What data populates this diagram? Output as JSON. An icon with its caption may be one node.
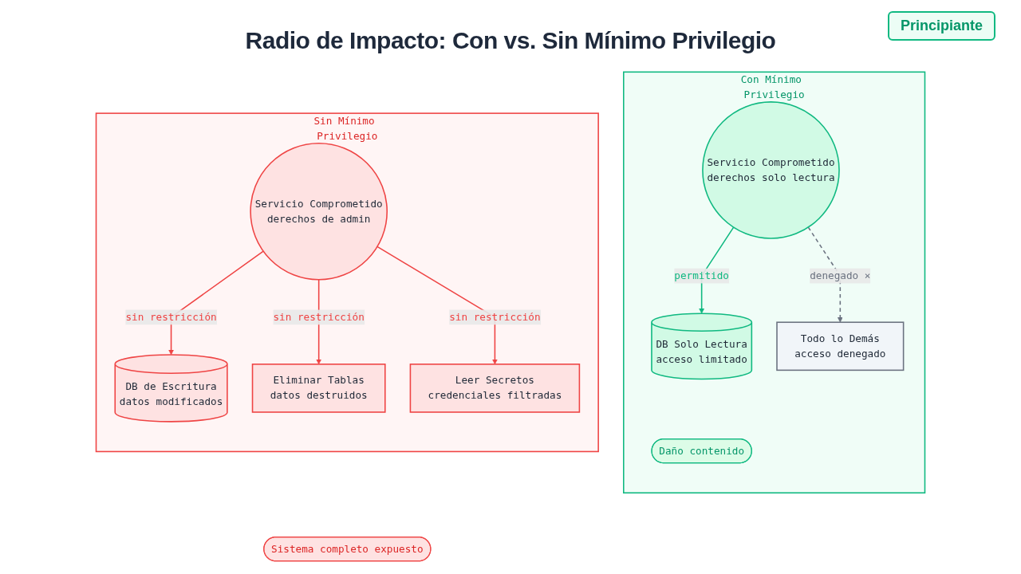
{
  "diagram": {
    "title": "Radio de Impacto: Con vs. Sin Mínimo Privilegio",
    "nodes": [
      {
        "text": [
          "Sin Mínimo Privilegio"
        ]
      },
      {
        "text": [
          "Servicio Comprometido",
          "derechos de admin"
        ],
        "in": 0
      },
      {
        "text": [
          "DB de Escritura",
          "datos modificados"
        ],
        "in": 0
      },
      {
        "text": [
          "Leer Secretos",
          "credenciales filtradas"
        ],
        "in": 0
      },
      {
        "text": [
          "Eliminar Tablas",
          "datos destruidos"
        ],
        "in": 0
      },
      {
        "text": [
          "Sistema completo expuesto"
        ]
      },
      {
        "text": [
          "Con Mínimo Privilegio"
        ]
      },
      {
        "text": [
          "Servicio Comprometido",
          "derechos solo lectura"
        ],
        "in": 6
      },
      {
        "text": [
          "DB Solo Lectura",
          "acceso limitado"
        ],
        "in": 6
      },
      {
        "text": [
          "Todo lo Demás",
          "acceso denegado"
        ],
        "in": 6
      },
      {
        "text": [
          "Daño contenido"
        ],
        "in": 6
      }
    ],
    "edges": [
      {
        "from": 1,
        "to": 2,
        "arrow": "to",
        "label": "sin restricción",
        "color": "#ef4444"
      },
      {
        "from": 1,
        "to": 4,
        "arrow": "to",
        "label": "sin restricción",
        "color": "#ef4444"
      },
      {
        "from": 1,
        "to": 3,
        "arrow": "to",
        "label": "sin restricción",
        "color": "#ef4444"
      },
      {
        "from": 7,
        "to": 8,
        "arrow": "to",
        "label": "permitido",
        "color": "#10b981"
      },
      {
        "from": 7,
        "to": 9,
        "arrow": "to",
        "label": "denegado ×",
        "style": "dashed",
        "color": "#6b7280"
      }
    ],
    "labels": [
      "Principiante"
    ]
  }
}
